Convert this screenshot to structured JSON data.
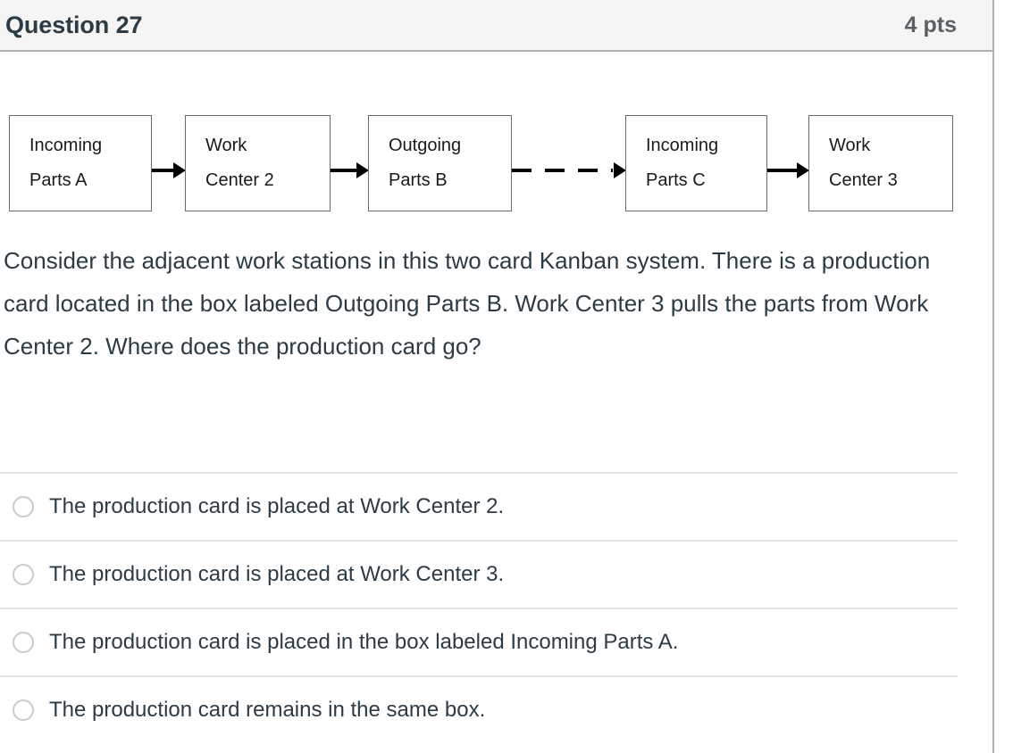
{
  "header": {
    "title": "Question 27",
    "points": "4 pts"
  },
  "diagram": {
    "nodes": [
      {
        "line1": "Incoming",
        "line2": "Parts A"
      },
      {
        "line1": "Work",
        "line2": "Center 2"
      },
      {
        "line1": "Outgoing",
        "line2": "Parts B"
      },
      {
        "line1": "Incoming",
        "line2": "Parts C"
      },
      {
        "line1": "Work",
        "line2": "Center 3"
      }
    ],
    "connectors": [
      {
        "style": "solid"
      },
      {
        "style": "solid"
      },
      {
        "style": "dashed"
      },
      {
        "style": "solid"
      }
    ]
  },
  "question": {
    "text": "Consider the adjacent work stations in this two card Kanban system. There is a production card located in the box labeled Outgoing Parts B. Work Center 3 pulls the parts from Work Center 2. Where does the production card go?"
  },
  "answers": [
    {
      "label": "The production card is placed at Work Center 2.",
      "selected": false
    },
    {
      "label": "The production card is placed at Work Center 3.",
      "selected": false
    },
    {
      "label": "The production card is placed in the box labeled Incoming Parts A.",
      "selected": false
    },
    {
      "label": "The production card remains in the same box.",
      "selected": false
    }
  ],
  "colors": {
    "header_bg": "#f5f5f5",
    "header_border": "#b0b0b0",
    "text": "#2d3b45",
    "points_text": "#5b6064",
    "radio_border": "#c9cbcd",
    "separator": "#e2e2e2",
    "node_border": "#6b6b6b",
    "arrow": "#000000"
  }
}
